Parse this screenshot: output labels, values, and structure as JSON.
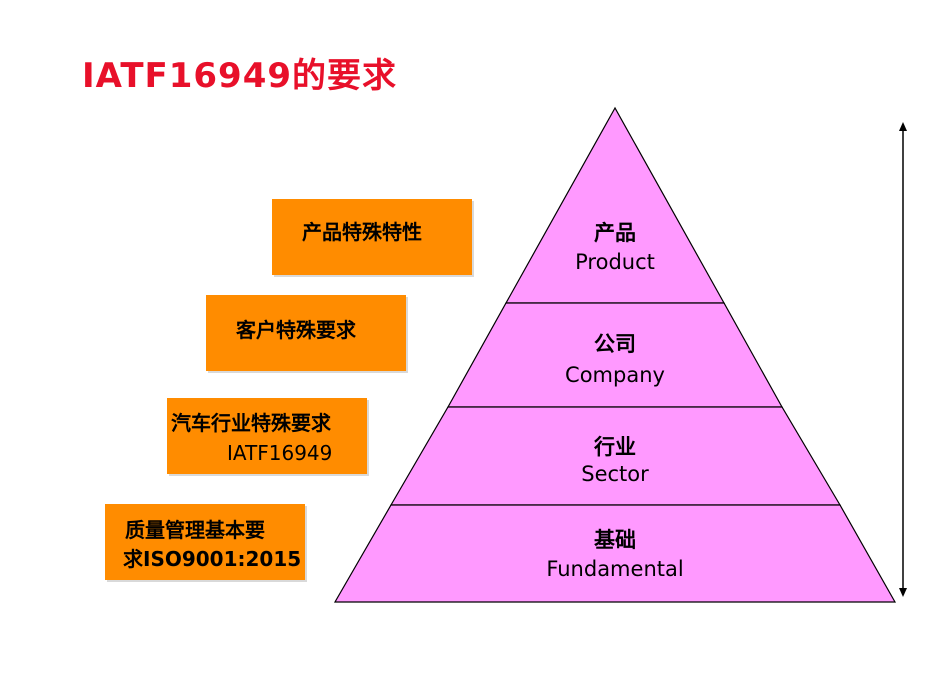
{
  "page": {
    "title": "IATF16949的要求"
  },
  "boxes": [
    {
      "line1": "产品特殊特性",
      "line2": ""
    },
    {
      "line1": "客户特殊要求",
      "line2": ""
    },
    {
      "line1": "汽车行业特殊要求",
      "line2": "IATF16949"
    },
    {
      "line1": "质量管理基本要",
      "line2": "求ISO9001:2015"
    }
  ],
  "pyramid": {
    "fill_color": "#ff99ff",
    "levels": [
      {
        "zh": "产品",
        "en": "Product"
      },
      {
        "zh": "公司",
        "en": "Company"
      },
      {
        "zh": "行业",
        "en": "Sector"
      },
      {
        "zh": "基础",
        "en": "Fundamental"
      }
    ]
  },
  "colors": {
    "title": "#e8102a",
    "box": "#ff8c00"
  }
}
